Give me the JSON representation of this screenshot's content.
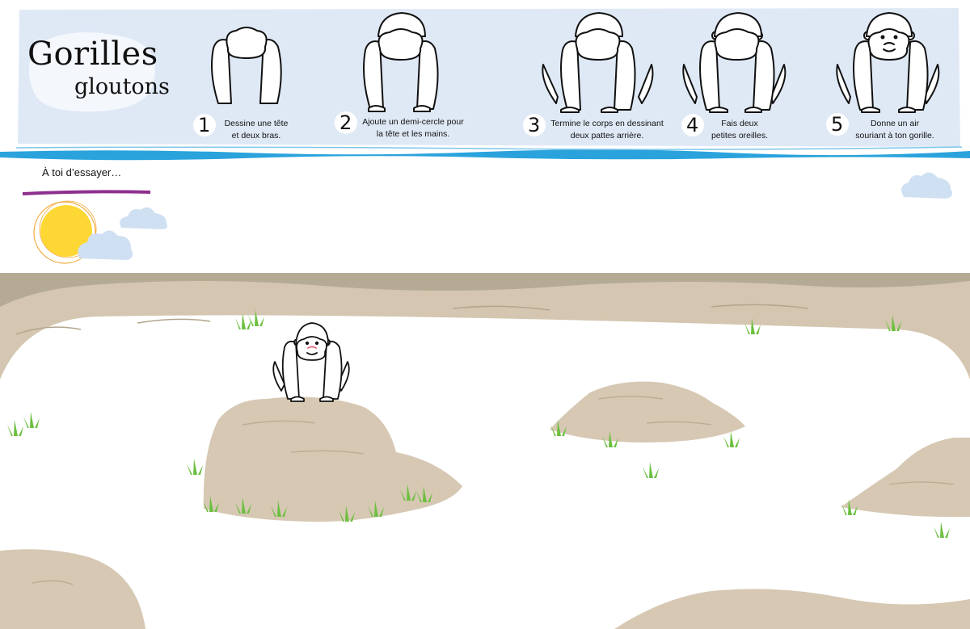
{
  "header": {
    "title_line1": "Gorilles",
    "title_line2": "gloutons"
  },
  "steps": [
    {
      "number": "1",
      "text_line1": "Dessine une tête",
      "text_line2": "et deux bras."
    },
    {
      "number": "2",
      "text_line1": "Ajoute un demi-cercle pour",
      "text_line2": "la tête et les mains."
    },
    {
      "number": "3",
      "text_line1": "Termine le corps en dessinant",
      "text_line2": "deux pattes arrière."
    },
    {
      "number": "4",
      "text_line1": "Fais deux",
      "text_line2": "petites oreilles."
    },
    {
      "number": "5",
      "text_line1": "Donne un air",
      "text_line2": "souriant à ton gorille."
    }
  ],
  "practice": {
    "prompt": "À toi d’essayer…"
  },
  "colors": {
    "banner": "#dfe9f6",
    "water": "#2aa3dc",
    "ground_dark": "#b5ab95",
    "ground": "#d4c6b0",
    "rock": "#d6c8b3",
    "grass": "#6cbf3f",
    "sun": "#fdd835",
    "cloud": "#cfe0f3",
    "underline": "#8e2f8e"
  },
  "icons": {
    "sun": "sun-icon",
    "cloud": "cloud-icon",
    "grass": "grass-tuft-icon",
    "gorilla": "gorilla-drawing"
  }
}
